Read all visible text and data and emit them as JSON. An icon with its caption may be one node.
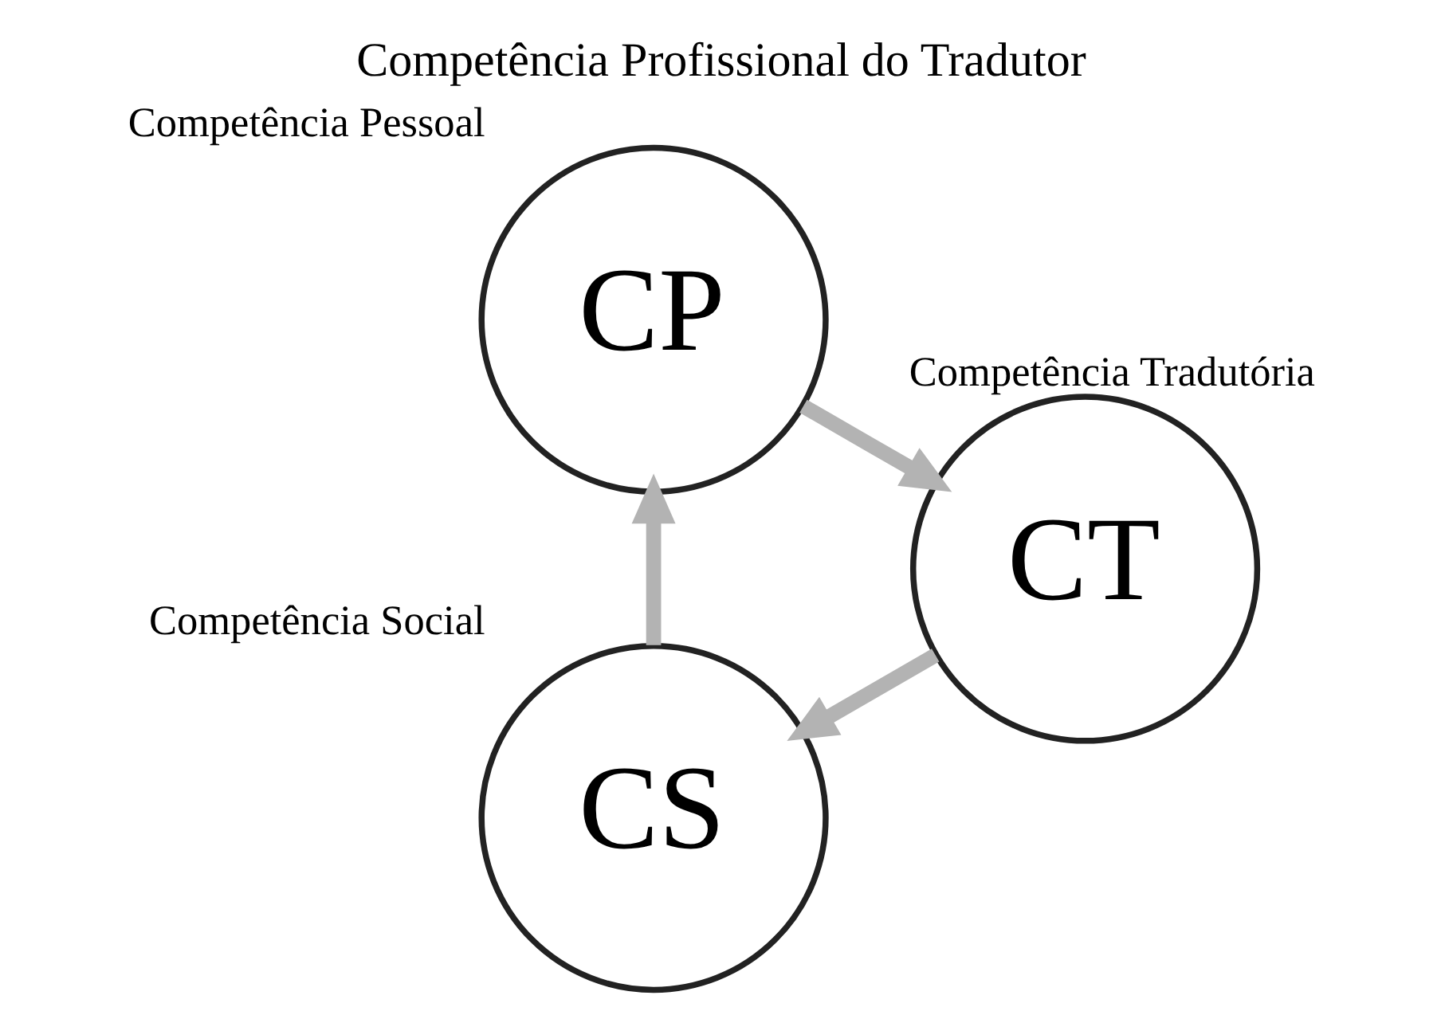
{
  "diagram": {
    "title": "Competência Profissional do Tradutor",
    "nodes": [
      {
        "text": [
          "CS"
        ],
        "beside": [
          "Competência Social"
        ]
      },
      {
        "text": [
          "CP"
        ],
        "beside": [
          "Competência Pessoal"
        ]
      },
      {
        "text": [
          "CT"
        ],
        "beside": [
          "Competência Tradutória"
        ]
      }
    ],
    "edges": [
      {
        "from": 0,
        "to": 1,
        "arrow": "to"
      },
      {
        "from": 1,
        "to": 2,
        "arrow": "to"
      },
      {
        "from": 2,
        "to": 0,
        "arrow": "to"
      }
    ]
  }
}
